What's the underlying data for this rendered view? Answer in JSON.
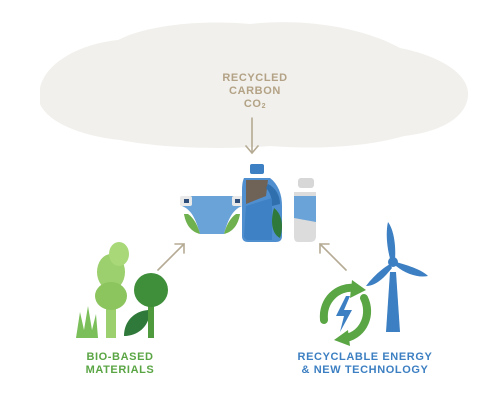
{
  "cloud": {
    "line1": "RECYCLED",
    "line2": "CARBON",
    "co": "CO",
    "sub": "2"
  },
  "bio": {
    "line1": "BIO-BASED",
    "line2": "MATERIALS"
  },
  "energy": {
    "line1": "RECYCLABLE ENERGY",
    "line2": "& NEW TECHNOLOGY"
  },
  "colors": {
    "cloud": "#f1f0ec",
    "cloud_text": "#b3a285",
    "arrow": "#b5aa93",
    "green": "#5aa544",
    "dark_green": "#2f7a3a",
    "blue": "#3c7fc2",
    "light_blue": "#6aa3d8",
    "grey": "#d7d7d7",
    "brown": "#6f6257"
  },
  "icons": [
    "cloud-shape",
    "diaper-icon",
    "detergent-bottle-icon",
    "spray-bottle-icon",
    "trees-icon",
    "recycle-energy-icon",
    "wind-turbine-icon"
  ]
}
